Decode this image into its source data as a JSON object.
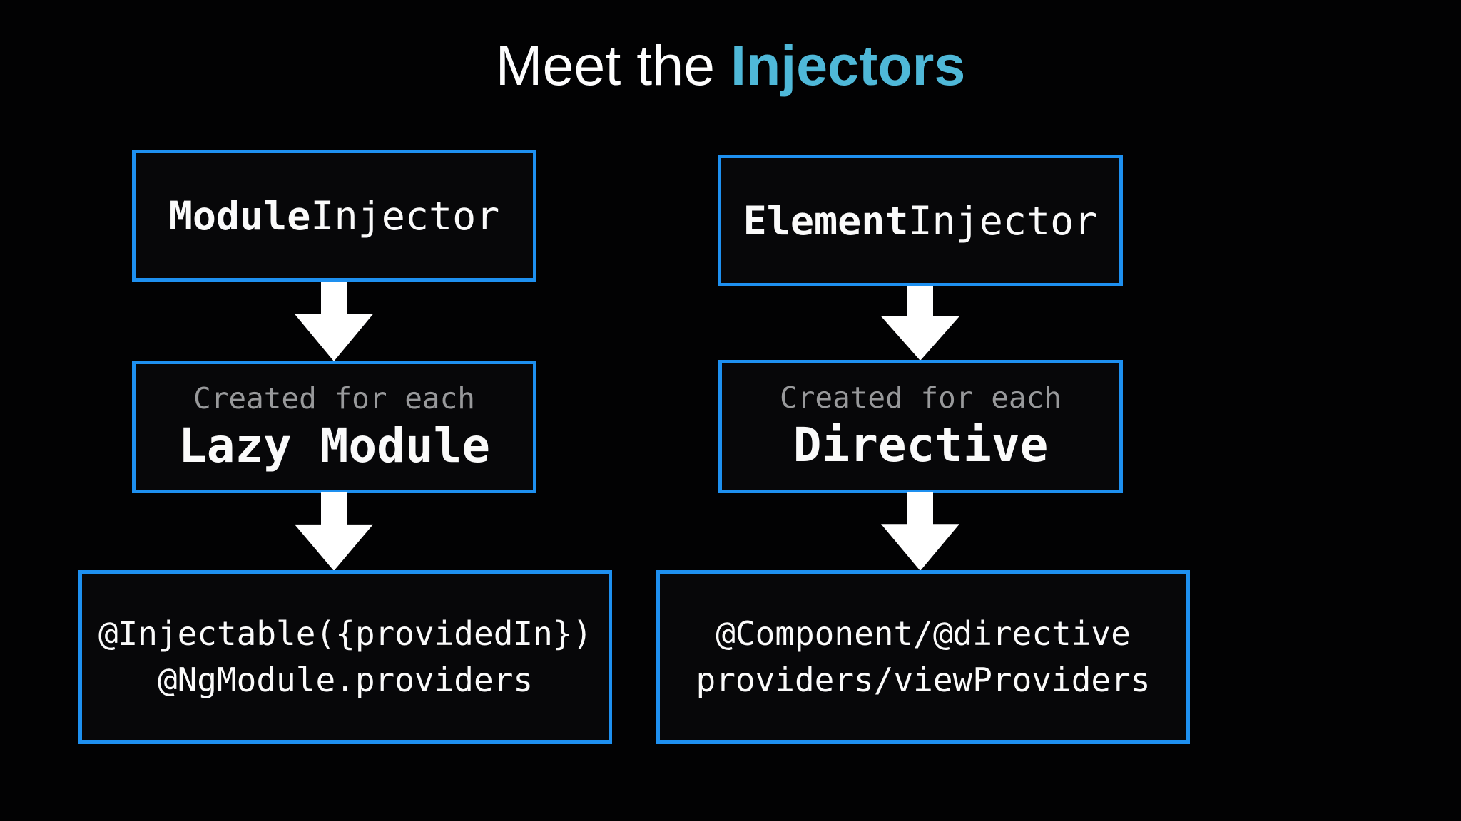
{
  "title": {
    "prefix": "Meet the ",
    "highlight": "Injectors"
  },
  "colors": {
    "background": "#020203",
    "box_border_blue": "#1e90f0",
    "box_fill": "#070709",
    "title_highlight_cyan": "#4fb8d8",
    "muted_gray": "#98999b",
    "text_white": "#fafafa",
    "arrow_white": "#ffffff"
  },
  "icons": {
    "arrow_down": "down-block-arrow"
  },
  "columns": [
    {
      "id": "module-injector",
      "injector": {
        "bold": "Module",
        "rest": "Injector"
      },
      "created": {
        "label": "Created for each",
        "target": "Lazy Module"
      },
      "providers": {
        "line1": "@Injectable({providedIn})",
        "line2": "@NgModule.providers"
      }
    },
    {
      "id": "element-injector",
      "injector": {
        "bold": "Element",
        "rest": "Injector"
      },
      "created": {
        "label": "Created for each",
        "target": "Directive"
      },
      "providers": {
        "line1": "@Component/@directive",
        "line2": "providers/viewProviders"
      }
    }
  ]
}
